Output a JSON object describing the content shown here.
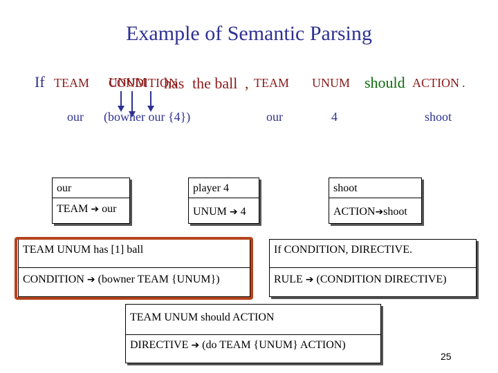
{
  "title": "Example of Semantic Parsing",
  "sentence": {
    "if": "If",
    "team1": "TEAM",
    "unum_over": "UNUM",
    "condition": "CONDITION",
    "has": "has",
    "the_ball": "the ball",
    "comma": ",",
    "team2": "TEAM",
    "unum2": "UNUM",
    "should": "should",
    "action": "ACTION",
    "period": "."
  },
  "derivations": {
    "our1": "our",
    "bowner": "(bowner our {4})",
    "our2": "our",
    "four": "4",
    "shoot": "shoot"
  },
  "rule_boxes": {
    "box1": {
      "line1": "our",
      "line2_lhs": "TEAM",
      "line2_rhs": "our"
    },
    "box2": {
      "line1": "player 4",
      "line2_lhs": "UNUM",
      "line2_rhs": "4"
    },
    "box3": {
      "line1": "shoot",
      "line2_lhs": "ACTION",
      "line2_rhs": "shoot"
    },
    "box4": {
      "line1": "TEAM UNUM has [1] ball",
      "line2_lhs": "CONDITION",
      "line2_rhs": "(bowner TEAM {UNUM})"
    },
    "box5": {
      "line1": "If CONDITION, DIRECTIVE.",
      "line2_lhs": "RULE",
      "line2_rhs": "(CONDITION DIRECTIVE)"
    },
    "box6": {
      "line1": "TEAM UNUM should ACTION",
      "line2_lhs": "DIRECTIVE",
      "line2_rhs": "(do TEAM {UNUM} ACTION)"
    }
  },
  "arrow_glyph": "➔",
  "page_number": "25"
}
